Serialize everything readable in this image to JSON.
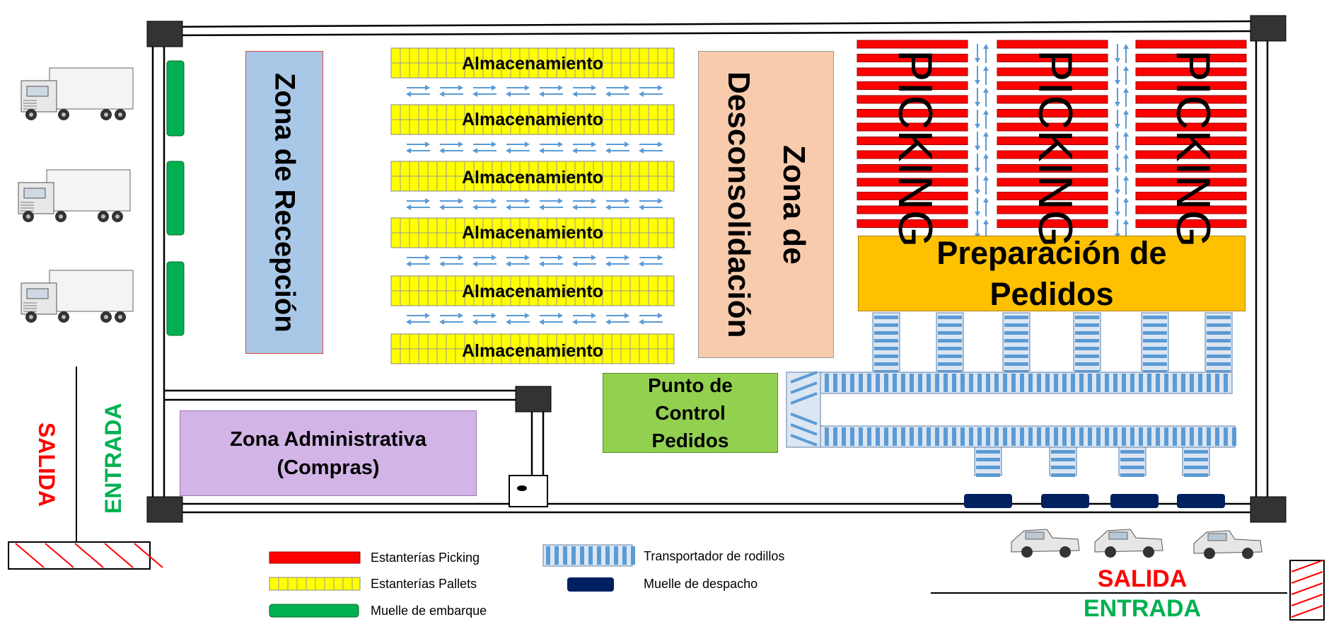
{
  "zones": {
    "recepcion": "Zona de Recepción",
    "desconsolidacion": "Zona de Desconsolidación",
    "preparacion": "Preparación de Pedidos",
    "control": "Punto de Control Pedidos",
    "administrativa": "Zona Administrativa (Compras)"
  },
  "storage_rows": [
    "Almacenamiento",
    "Almacenamiento",
    "Almacenamiento",
    "Almacenamiento",
    "Almacenamiento",
    "Almacenamiento"
  ],
  "picking_labels": [
    "PICKING",
    "PICKING",
    "PICKING"
  ],
  "left_access": {
    "salida": "SALIDA",
    "entrada": "ENTRADA"
  },
  "right_access": {
    "salida": "SALIDA",
    "entrada": "ENTRADA"
  },
  "legend": [
    {
      "label": "Estanterías Picking",
      "symbol": "picking-rack"
    },
    {
      "label": "Estanterías Pallets",
      "symbol": "pallet-rack"
    },
    {
      "label": "Muelle de embarque",
      "symbol": "loading-dock"
    },
    {
      "label": "Transportador de rodillos",
      "symbol": "roller-conveyor"
    },
    {
      "label": "Muelle de despacho",
      "symbol": "dispatch-dock"
    }
  ],
  "colors": {
    "picking_red": "#ff0000",
    "pallet_yellow": "#ffff00",
    "dock_green": "#00b050",
    "recepcion_blue": "#a9c8e8",
    "desconsolidacion_peach": "#f8cbad",
    "preparacion_orange": "#ffc000",
    "control_green": "#92d050",
    "administrativa_purple": "#d2b4e6",
    "conveyor_blue": "#5b9bd5",
    "despacho_navy": "#002060",
    "salida_red": "#ff0000",
    "entrada_green": "#00b050"
  }
}
